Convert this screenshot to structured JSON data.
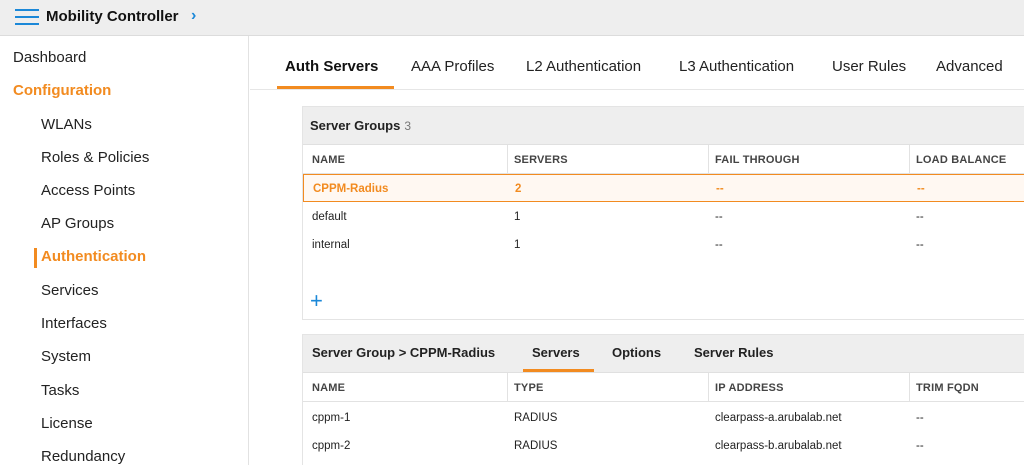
{
  "header": {
    "title": "Mobility Controller"
  },
  "sidebar": {
    "items": [
      {
        "label": "Dashboard"
      },
      {
        "label": "Configuration"
      },
      {
        "label": "WLANs"
      },
      {
        "label": "Roles & Policies"
      },
      {
        "label": "Access Points"
      },
      {
        "label": "AP Groups"
      },
      {
        "label": "Authentication"
      },
      {
        "label": "Services"
      },
      {
        "label": "Interfaces"
      },
      {
        "label": "System"
      },
      {
        "label": "Tasks"
      },
      {
        "label": "License"
      },
      {
        "label": "Redundancy"
      }
    ]
  },
  "tabs": [
    {
      "label": "Auth Servers"
    },
    {
      "label": "AAA Profiles"
    },
    {
      "label": "L2 Authentication"
    },
    {
      "label": "L3 Authentication"
    },
    {
      "label": "User Rules"
    },
    {
      "label": "Advanced"
    }
  ],
  "server_groups": {
    "title": "Server Groups",
    "count": "3",
    "columns": [
      "NAME",
      "SERVERS",
      "FAIL THROUGH",
      "LOAD BALANCE"
    ],
    "rows": [
      {
        "name": "CPPM-Radius",
        "servers": "2",
        "fail_through": "--",
        "load_balance": "--"
      },
      {
        "name": "default",
        "servers": "1",
        "fail_through": "--",
        "load_balance": "--"
      },
      {
        "name": "internal",
        "servers": "1",
        "fail_through": "--",
        "load_balance": "--"
      }
    ],
    "add_label": "+"
  },
  "server_group_detail": {
    "title": "Server Group > CPPM-Radius",
    "subtabs": [
      {
        "label": "Servers"
      },
      {
        "label": "Options"
      },
      {
        "label": "Server Rules"
      }
    ],
    "columns": [
      "NAME",
      "TYPE",
      "IP ADDRESS",
      "TRIM FQDN"
    ],
    "rows": [
      {
        "name": "cppm-1",
        "type": "RADIUS",
        "ip": "clearpass-a.arubalab.net",
        "trim": "--"
      },
      {
        "name": "cppm-2",
        "type": "RADIUS",
        "ip": "clearpass-b.arubalab.net",
        "trim": "--"
      }
    ]
  },
  "colors": {
    "accent": "#f28b20",
    "link": "#1b88d8"
  },
  "icons": {
    "menu": "hamburger-menu-icon",
    "breadcrumb": "chevron-right-icon",
    "add": "plus-icon"
  }
}
